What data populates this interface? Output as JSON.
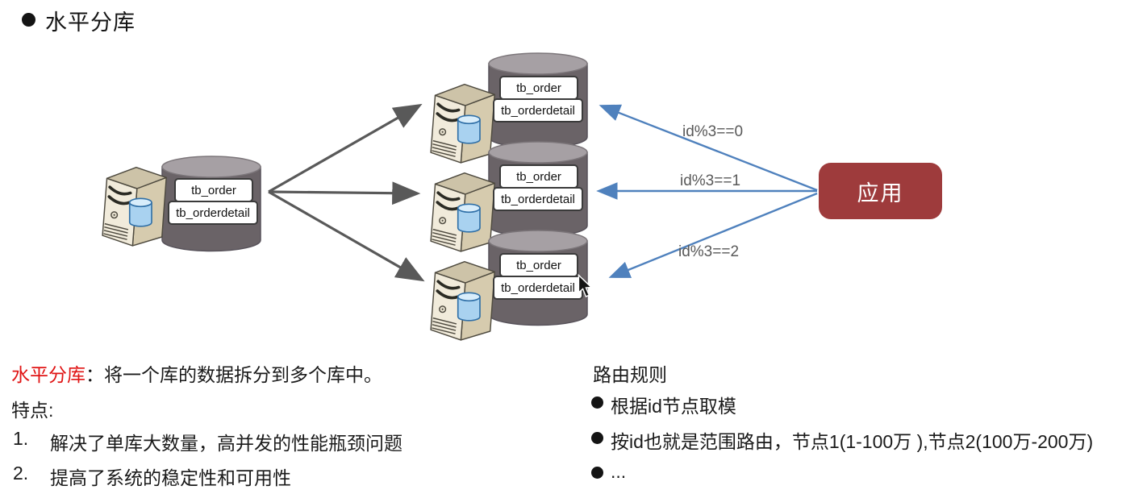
{
  "title": {
    "text": "水平分库"
  },
  "diagram": {
    "source_db": {
      "tables": [
        "tb_order",
        "tb_orderdetail"
      ]
    },
    "shards": [
      {
        "tables": [
          "tb_order",
          "tb_orderdetail"
        ]
      },
      {
        "tables": [
          "tb_order",
          "tb_orderdetail"
        ]
      },
      {
        "tables": [
          "tb_order",
          "tb_orderdetail"
        ]
      }
    ],
    "route_labels": [
      "id%3==0",
      "id%3==1",
      "id%3==2"
    ],
    "app_box": {
      "label": "应用",
      "color": "#9e3b3c"
    },
    "colors": {
      "fanout_arrow": "#595959",
      "route_arrow": "#4f81bd",
      "cylinder_body": "#6a6367",
      "cylinder_top": "#a6a0a4"
    }
  },
  "notes_left": {
    "definition": {
      "term": "水平分库",
      "rest": "：将一个库的数据拆分到多个库中。",
      "term_color": "#e01414"
    },
    "features_heading": "特点:",
    "features": [
      {
        "num": "1.",
        "text": "解决了单库大数量，高并发的性能瓶颈问题"
      },
      {
        "num": "2.",
        "text": "提高了系统的稳定性和可用性"
      }
    ]
  },
  "notes_right": {
    "heading": "路由规则",
    "bullets": [
      "根据id节点取模",
      "按id也就是范围路由，节点1(1-100万 ),节点2(100万-200万)",
      "..."
    ]
  }
}
